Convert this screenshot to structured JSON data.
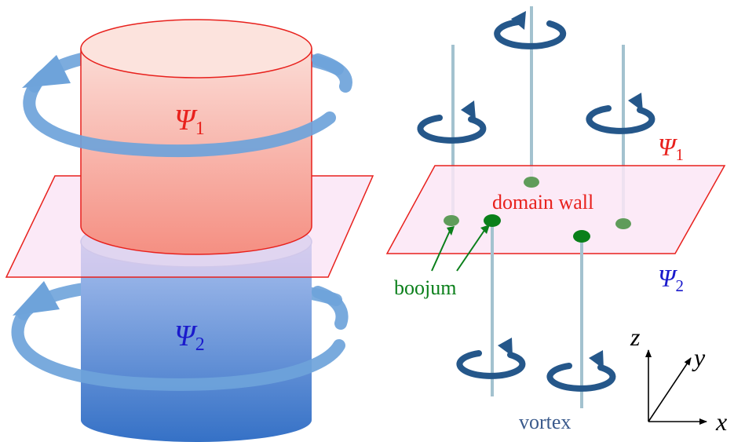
{
  "labels": {
    "psi_letter": "Ψ",
    "sub1": "1",
    "sub2": "2",
    "domain_wall": "domain wall",
    "boojum": "boojum",
    "vortex": "vortex",
    "axis_x": "x",
    "axis_y": "y",
    "axis_z": "z"
  },
  "colors": {
    "component1": "#e8211d",
    "component2": "#1a1acc",
    "cylinder_top": "#f6c2bb",
    "cylinder_mid": "#f69a8e",
    "cylinder_lower": "#7fa6e4",
    "cylinder_bottom": "#2f6fc4",
    "rotation_arrow": "#6ea3da",
    "vortex_circulation": "#25578a",
    "vortex_line": "#a3c2cf",
    "domain_wall_fill": "#fbe6f6",
    "domain_wall_edge": "#e8211d",
    "boojum_light": "#5f9c5a",
    "boojum_dark": "#0a7f1a",
    "boojum_label": "#0a7f1a",
    "vortex_label": "#3a5a8c"
  }
}
